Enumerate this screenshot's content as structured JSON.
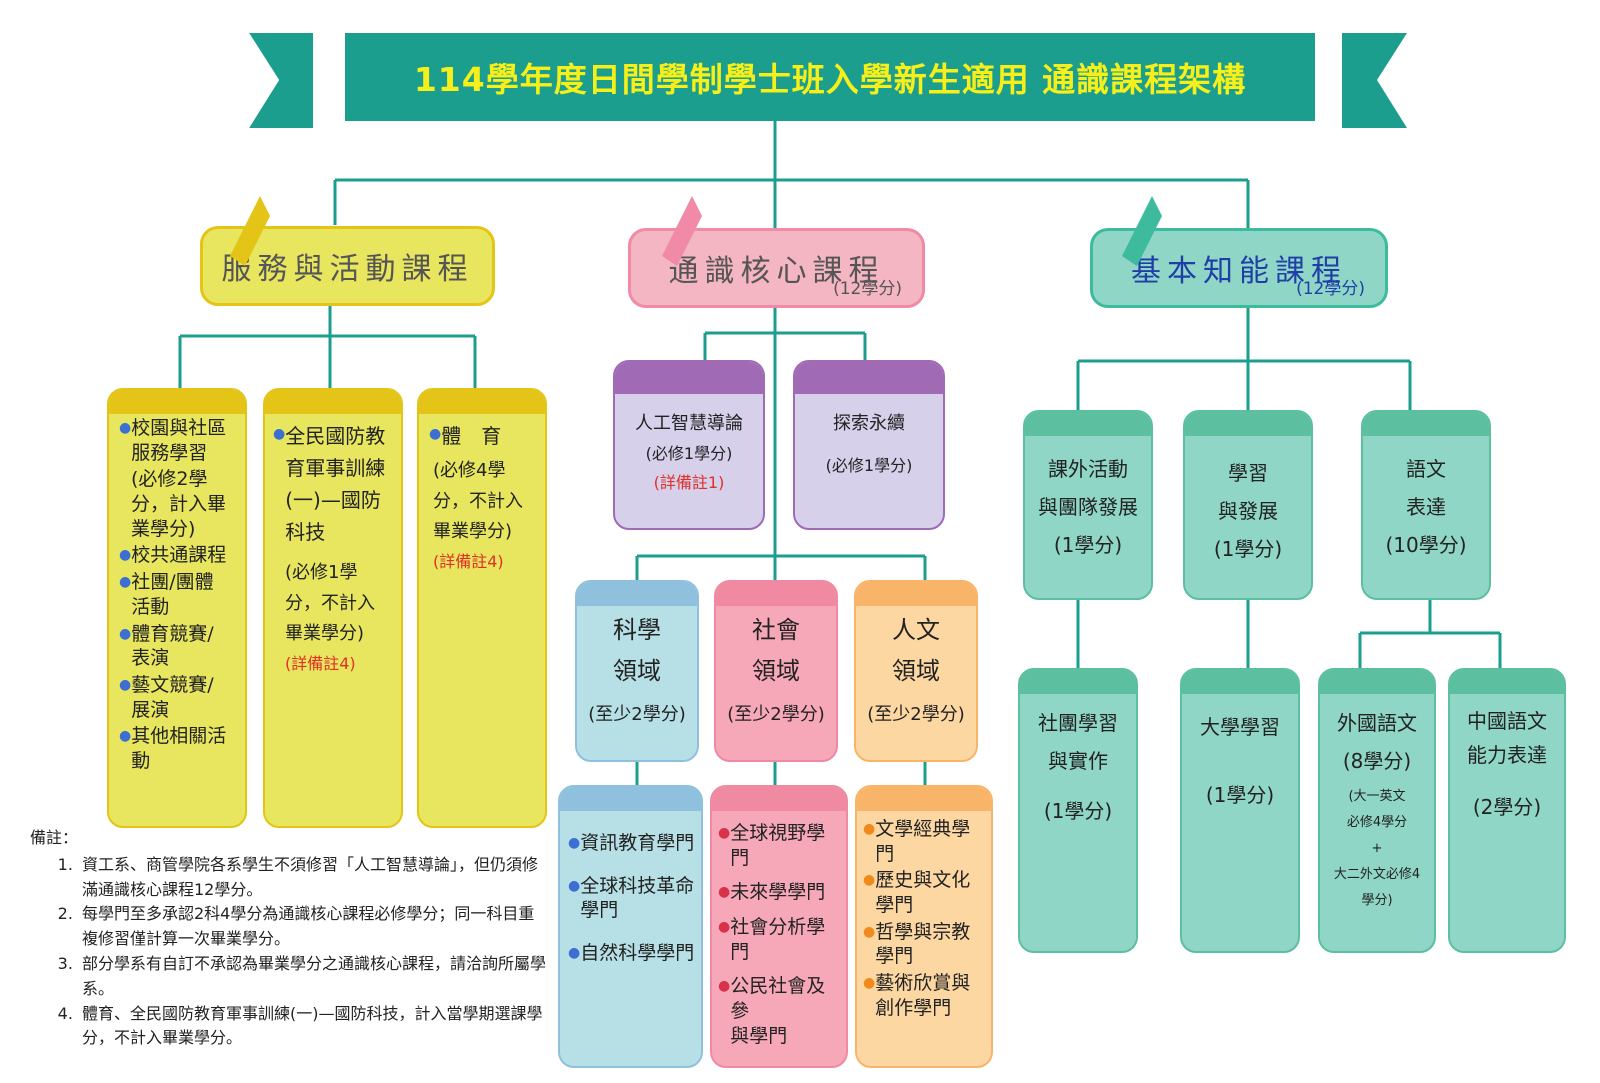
{
  "title": "114學年度日間學制學士班入學新生適用 通識課程架構",
  "colors": {
    "teal": "#1b9e8e",
    "yellow": "#e8e65e",
    "yellow_dark": "#e3c417",
    "pink": "#f5b6c3",
    "purple": "#c9c2e0",
    "cyan": "#b6e0e6",
    "salmon": "#f6a8b8",
    "peach": "#fcd7a2",
    "mint": "#7fd0bd",
    "mint_dark": "#5cbf9f"
  },
  "categories": {
    "service": {
      "title": "服務與活動課程"
    },
    "core": {
      "title": "通識核心課程",
      "credits": "(12學分)"
    },
    "basic": {
      "title": "基本知能課程",
      "credits": "(12學分)"
    }
  },
  "service_cards": {
    "community": {
      "bullets": [
        {
          "l1": "校園與社區",
          "l2": "服務學習"
        },
        {
          "l1": "校共通課程",
          "l2": ""
        },
        {
          "l1": "社團/團體",
          "l2": "活動"
        },
        {
          "l1": "體育競賽/",
          "l2": "表演"
        },
        {
          "l1": "藝文競賽/",
          "l2": "展演"
        },
        {
          "l1": "其他相關活",
          "l2": "動"
        }
      ],
      "req": [
        "(必修2學",
        "分，計入畢",
        "業學分)"
      ]
    },
    "defense": {
      "lines": [
        "全民國防教",
        "育軍事訓練",
        "(一)—國防",
        "科技"
      ],
      "req": [
        "(必修1學",
        "分，不計入",
        "畢業學分)"
      ],
      "note": "(詳備註4)"
    },
    "pe": {
      "title": "體　育",
      "req": [
        "(必修4學",
        "分，不計入",
        "畢業學分)"
      ],
      "note": "(詳備註4)"
    }
  },
  "core_top": {
    "ai": {
      "title": "人工智慧導論",
      "req": "(必修1學分)",
      "note": "(詳備註1)"
    },
    "sustain": {
      "title": "探索永續",
      "req": "(必修1學分)"
    }
  },
  "core_domains": [
    {
      "l1": "科學",
      "l2": "領域",
      "min": "(至少2學分)"
    },
    {
      "l1": "社會",
      "l2": "領域",
      "min": "(至少2學分)"
    },
    {
      "l1": "人文",
      "l2": "領域",
      "min": "(至少2學分)"
    }
  ],
  "core_programs": {
    "science": [
      {
        "l1": "資訊教育學門",
        "l2": ""
      },
      {
        "l1": "全球科技革命",
        "l2": "學門"
      },
      {
        "l1": "自然科學學門",
        "l2": ""
      }
    ],
    "social": [
      {
        "l1": "全球視野學門",
        "l2": ""
      },
      {
        "l1": "未來學學門",
        "l2": ""
      },
      {
        "l1": "社會分析學門",
        "l2": ""
      },
      {
        "l1": "公民社會及參",
        "l2": "與學門"
      }
    ],
    "humanities": [
      {
        "l1": "文學經典學門",
        "l2": ""
      },
      {
        "l1": "歷史與文化",
        "l2": "學門"
      },
      {
        "l1": "哲學與宗教",
        "l2": "學門"
      },
      {
        "l1": "藝術欣賞與",
        "l2": "創作學門"
      }
    ]
  },
  "basic_mid": [
    {
      "lines": [
        "課外活動",
        "與團隊發展",
        "(1學分)"
      ]
    },
    {
      "lines": [
        "學習",
        "與發展",
        "(1學分)"
      ]
    },
    {
      "lines": [
        "語文",
        "表達",
        "(10學分)"
      ]
    }
  ],
  "basic_bottom": [
    {
      "lines": [
        "社團學習",
        "與實作"
      ],
      "credits": "(1學分)"
    },
    {
      "lines": [
        "大學學習"
      ],
      "credits": "(1學分)"
    },
    {
      "lines": [
        "外國語文",
        "(8學分)"
      ],
      "small": [
        "(大一英文",
        "必修4學分",
        "+",
        "大二外文必修4",
        "學分)"
      ]
    },
    {
      "lines": [
        "中國語文",
        "能力表達"
      ],
      "credits": "(2學分)"
    }
  ],
  "notes": {
    "heading": "備註：",
    "items": [
      "資工系、商管學院各系學生不須修習「人工智慧導論」，但仍須修滿通識核心課程12學分。",
      "每學門至多承認2科4學分為通識核心課程必修學分；同一科目重複修習僅計算一次畢業學分。",
      "部分學系有自訂不承認為畢業學分之通識核心課程，請洽詢所屬學系。",
      "體育、全民國防教育軍事訓練(一)—國防科技，計入當學期選課學分，不計入畢業學分。"
    ]
  }
}
